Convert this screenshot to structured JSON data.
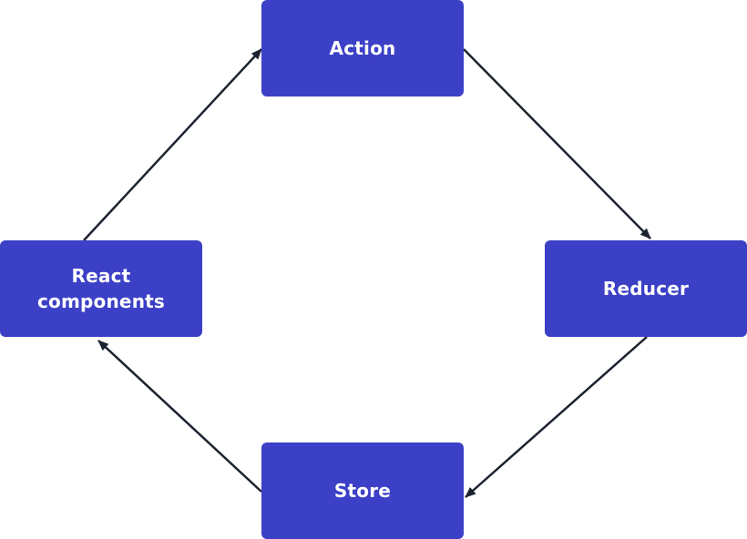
{
  "colors": {
    "node_fill": "#3c40c6",
    "arrow": "#1c2330",
    "text": "#ffffff",
    "background": "#ffffff"
  },
  "nodes": {
    "action": {
      "label": "Action"
    },
    "reducer": {
      "label": "Reducer"
    },
    "store": {
      "label": "Store"
    },
    "react": {
      "label": "React\ncomponents"
    }
  },
  "edges": [
    {
      "from": "action",
      "to": "reducer"
    },
    {
      "from": "reducer",
      "to": "store"
    },
    {
      "from": "store",
      "to": "react"
    },
    {
      "from": "react",
      "to": "action"
    }
  ]
}
